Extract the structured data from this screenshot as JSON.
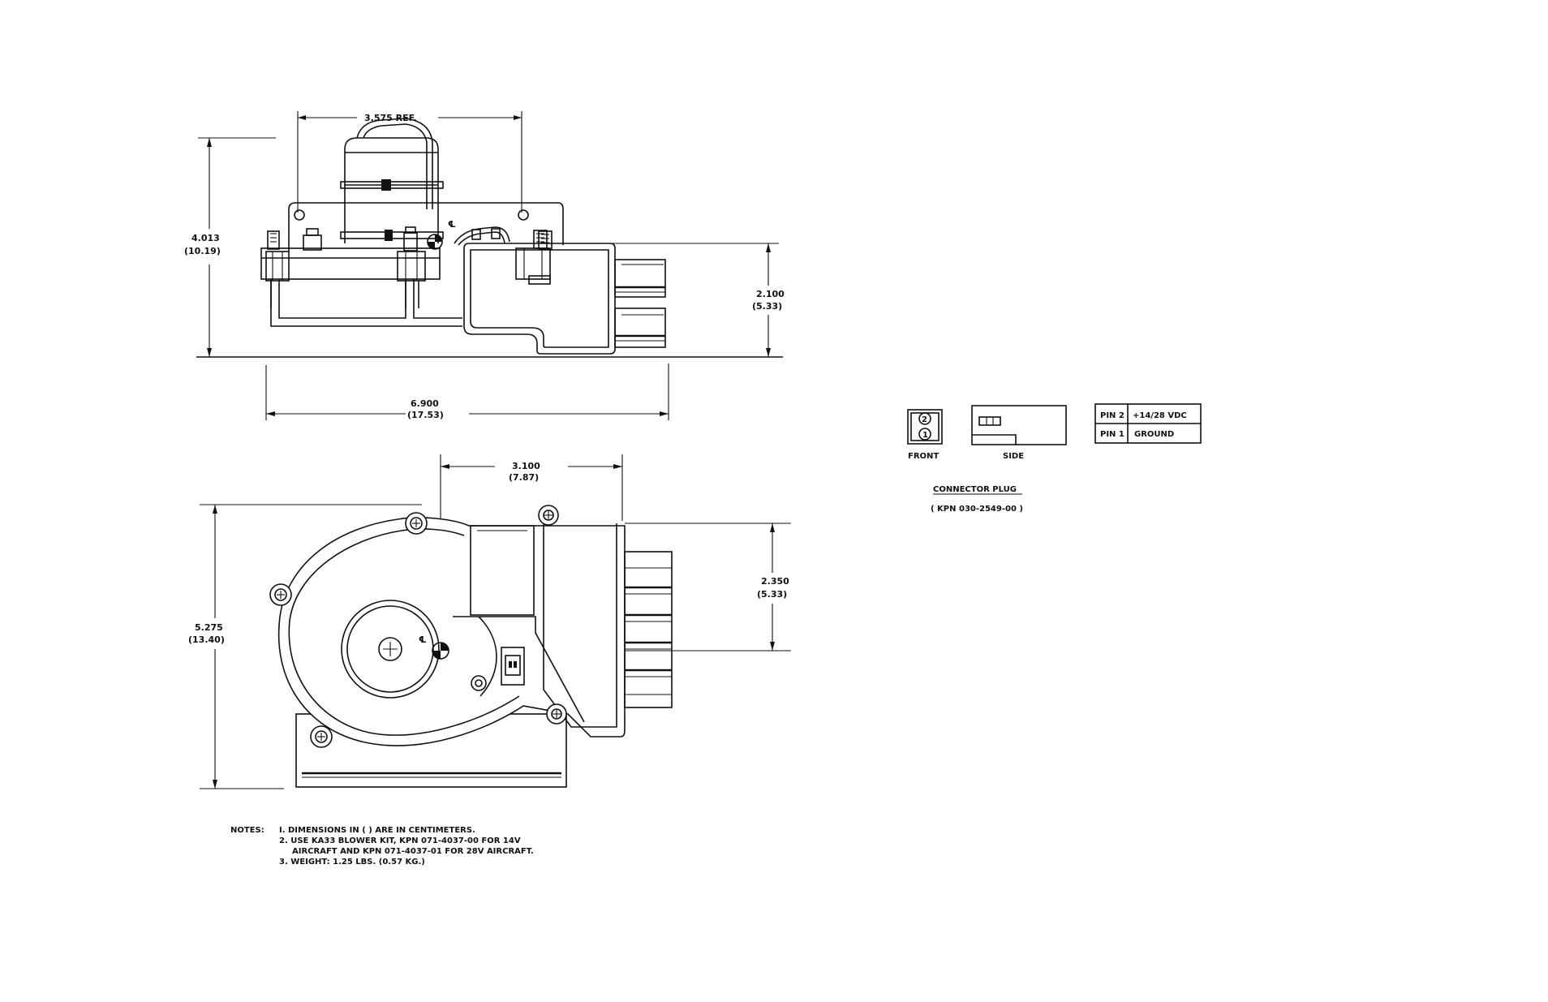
{
  "top_view": {
    "width_ref": "3.575  REF.",
    "height_in": "4.013",
    "height_cm": "(10.19)",
    "side_height_in": "2.100",
    "side_height_cm": "(5.33)",
    "length_in": "6.900",
    "length_cm": "(17.53)",
    "centerline_symbol": "℄"
  },
  "bottom_view": {
    "offset_in": "3.100",
    "offset_cm": "(7.87)",
    "height_in": "5.275",
    "height_cm": "(13.40)",
    "side_height_in": "2.350",
    "side_height_cm": "(5.33)",
    "centerline_symbol": "℄"
  },
  "connector": {
    "front_label": "FRONT",
    "side_label": "SIDE",
    "pin_marks": [
      "2",
      "1"
    ],
    "pins": [
      {
        "pin": "PIN 2",
        "value": "+14/28  VDC"
      },
      {
        "pin": "PIN 1",
        "value": "GROUND"
      }
    ],
    "title": "CONNECTOR PLUG",
    "part_number": "( KPN 030-2549-00 )"
  },
  "notes": {
    "label": "NOTES:",
    "lines": [
      "I. DIMENSIONS IN (  ) ARE IN CENTIMETERS.",
      "2. USE KA33 BLOWER KIT, KPN 071-4037-00  FOR 14V",
      "AIRCRAFT AND KPN 071-4037-01 FOR 28V  AIRCRAFT.",
      "3. WEIGHT: 1.25 LBS. (0.57 KG.)"
    ]
  }
}
